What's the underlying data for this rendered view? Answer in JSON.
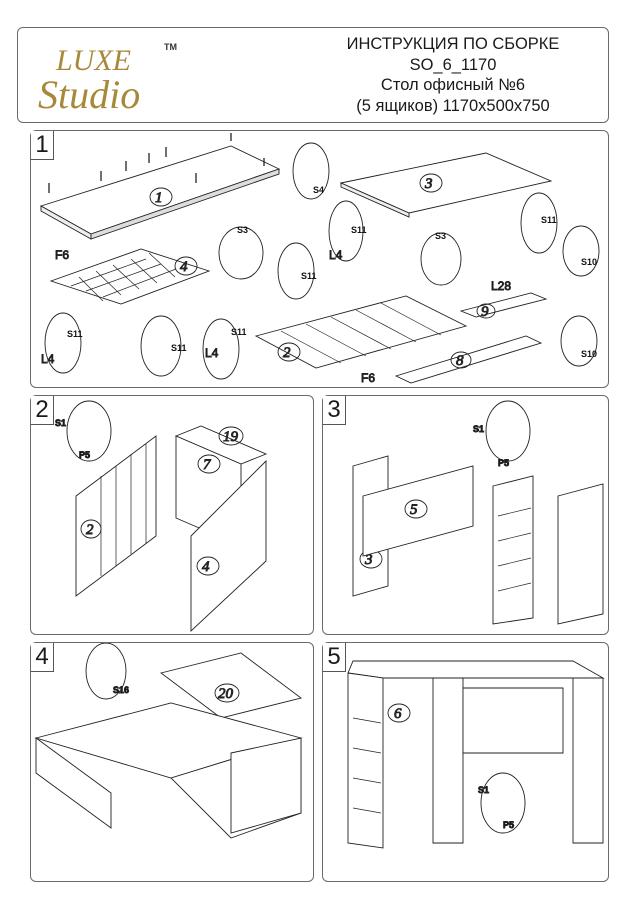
{
  "brand": {
    "line1": "LUXE",
    "line2": "Studio",
    "tm": "TM",
    "color": "#a8883a"
  },
  "title_lines": [
    "ИНСТРУКЦИЯ ПО СБОРКЕ",
    "SO_6_1170",
    "Стол офисный №6",
    "(5 ящиков) 1170х500х750"
  ],
  "steps": [
    {
      "number": "1",
      "parts": [
        "1",
        "3",
        "4",
        "2",
        "9",
        "8"
      ],
      "labels": [
        "F6",
        "F6",
        "L28",
        "L4",
        "L4",
        "L4"
      ],
      "fasteners": [
        "S4",
        "S3",
        "S3",
        "S11",
        "S11",
        "S11",
        "S11",
        "S11",
        "S11",
        "S10",
        "S10"
      ]
    },
    {
      "number": "2",
      "parts": [
        "19",
        "7",
        "2",
        "4"
      ],
      "fasteners": [
        "S1",
        "P5"
      ]
    },
    {
      "number": "3",
      "parts": [
        "5",
        "3"
      ],
      "fasteners": [
        "S1",
        "P5"
      ]
    },
    {
      "number": "4",
      "parts": [
        "20"
      ],
      "fasteners": [
        "S16"
      ]
    },
    {
      "number": "5",
      "parts": [
        "6"
      ],
      "fasteners": [
        "S1",
        "P5"
      ]
    }
  ]
}
